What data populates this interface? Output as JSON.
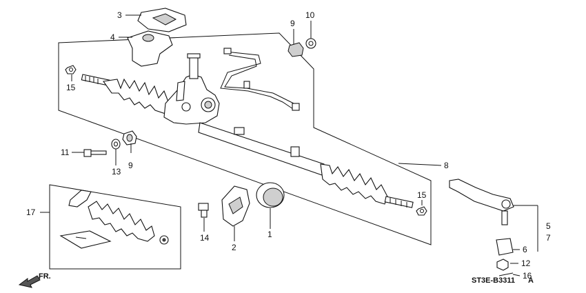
{
  "diagram_code": "ST3E-B3311",
  "diagram_code_suffix": "A",
  "front_indicator": "FR.",
  "callouts": {
    "c1": "1",
    "c2": "2",
    "c3": "3",
    "c4": "4",
    "c5": "5",
    "c6": "6",
    "c7": "7",
    "c8": "8",
    "c9a": "9",
    "c9b": "9",
    "c10": "10",
    "c11": "11",
    "c12": "12",
    "c13": "13",
    "c14": "14",
    "c15a": "15",
    "c15b": "15",
    "c16": "16",
    "c17": "17"
  }
}
